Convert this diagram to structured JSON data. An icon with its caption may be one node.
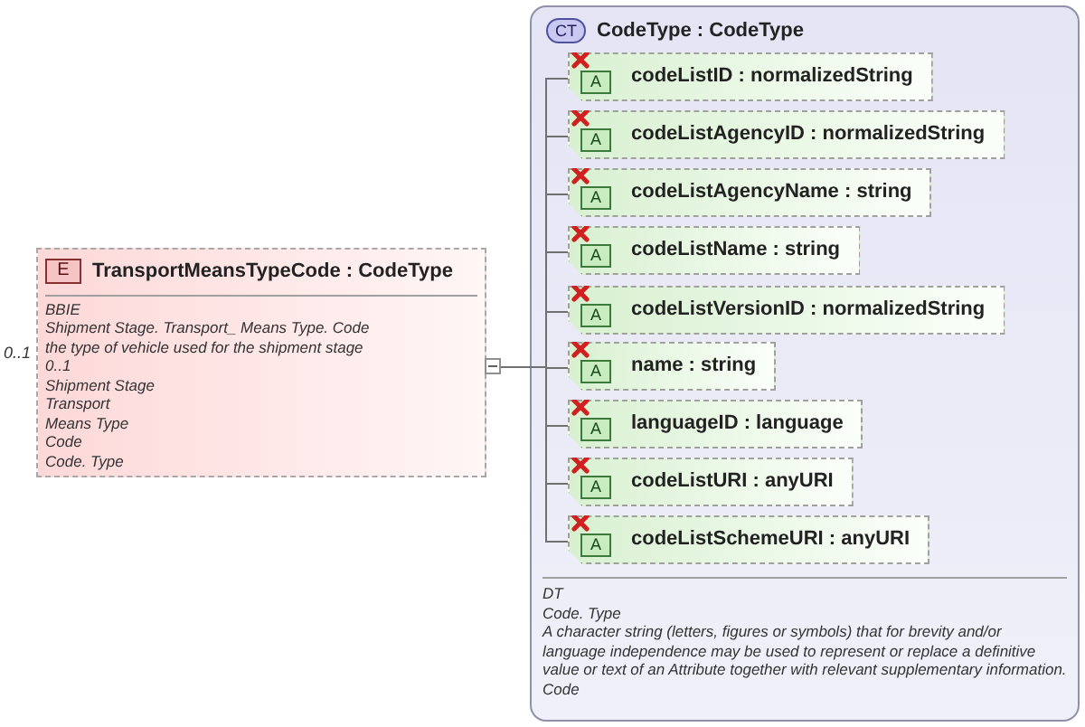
{
  "diagram": {
    "nodes": [
      {
        "text": [
          "E",
          "TransportMeansTypeCode : CodeType",
          "BBIE",
          "Shipment Stage. Transport_ Means Type. Code",
          "the type of vehicle used for the shipment stage",
          "0..1",
          "Shipment Stage",
          "Transport",
          "Means Type",
          "Code",
          "Code. Type"
        ],
        "beside": [
          "0..1"
        ]
      },
      {
        "text": [
          "CT",
          "CodeType : CodeType",
          "DT",
          "Code. Type",
          "A character string (letters, figures or symbols) that for brevity and/or language independence may be used to represent or replace a definitive value or text of an Attribute together with relevant supplementary information.",
          "Code"
        ]
      },
      {
        "text": [
          "A",
          "codeListID : normalizedString"
        ],
        "in": 1
      },
      {
        "text": [
          "A",
          "codeListAgencyID : normalizedString"
        ],
        "in": 1
      },
      {
        "text": [
          "A",
          "codeListAgencyName : string"
        ],
        "in": 1
      },
      {
        "text": [
          "A",
          "codeListName : string"
        ],
        "in": 1
      },
      {
        "text": [
          "A",
          "codeListVersionID : normalizedString"
        ],
        "in": 1
      },
      {
        "text": [
          "A",
          "name : string"
        ],
        "in": 1
      },
      {
        "text": [
          "A",
          "languageID : language"
        ],
        "in": 1
      },
      {
        "text": [
          "A",
          "codeListURI : anyURI"
        ],
        "in": 1
      },
      {
        "text": [
          "A",
          "codeListSchemeURI : anyURI"
        ],
        "in": 1
      }
    ],
    "edges": [
      {
        "from": 0,
        "to": 1,
        "arrow": "none"
      },
      {
        "from": 1,
        "to": 2,
        "arrow": "none"
      },
      {
        "from": 1,
        "to": 3,
        "arrow": "none"
      },
      {
        "from": 1,
        "to": 4,
        "arrow": "none"
      },
      {
        "from": 1,
        "to": 5,
        "arrow": "none"
      },
      {
        "from": 1,
        "to": 6,
        "arrow": "none"
      },
      {
        "from": 1,
        "to": 7,
        "arrow": "none"
      },
      {
        "from": 1,
        "to": 8,
        "arrow": "none"
      },
      {
        "from": 1,
        "to": 9,
        "arrow": "none"
      },
      {
        "from": 1,
        "to": 10,
        "arrow": "none"
      }
    ]
  }
}
